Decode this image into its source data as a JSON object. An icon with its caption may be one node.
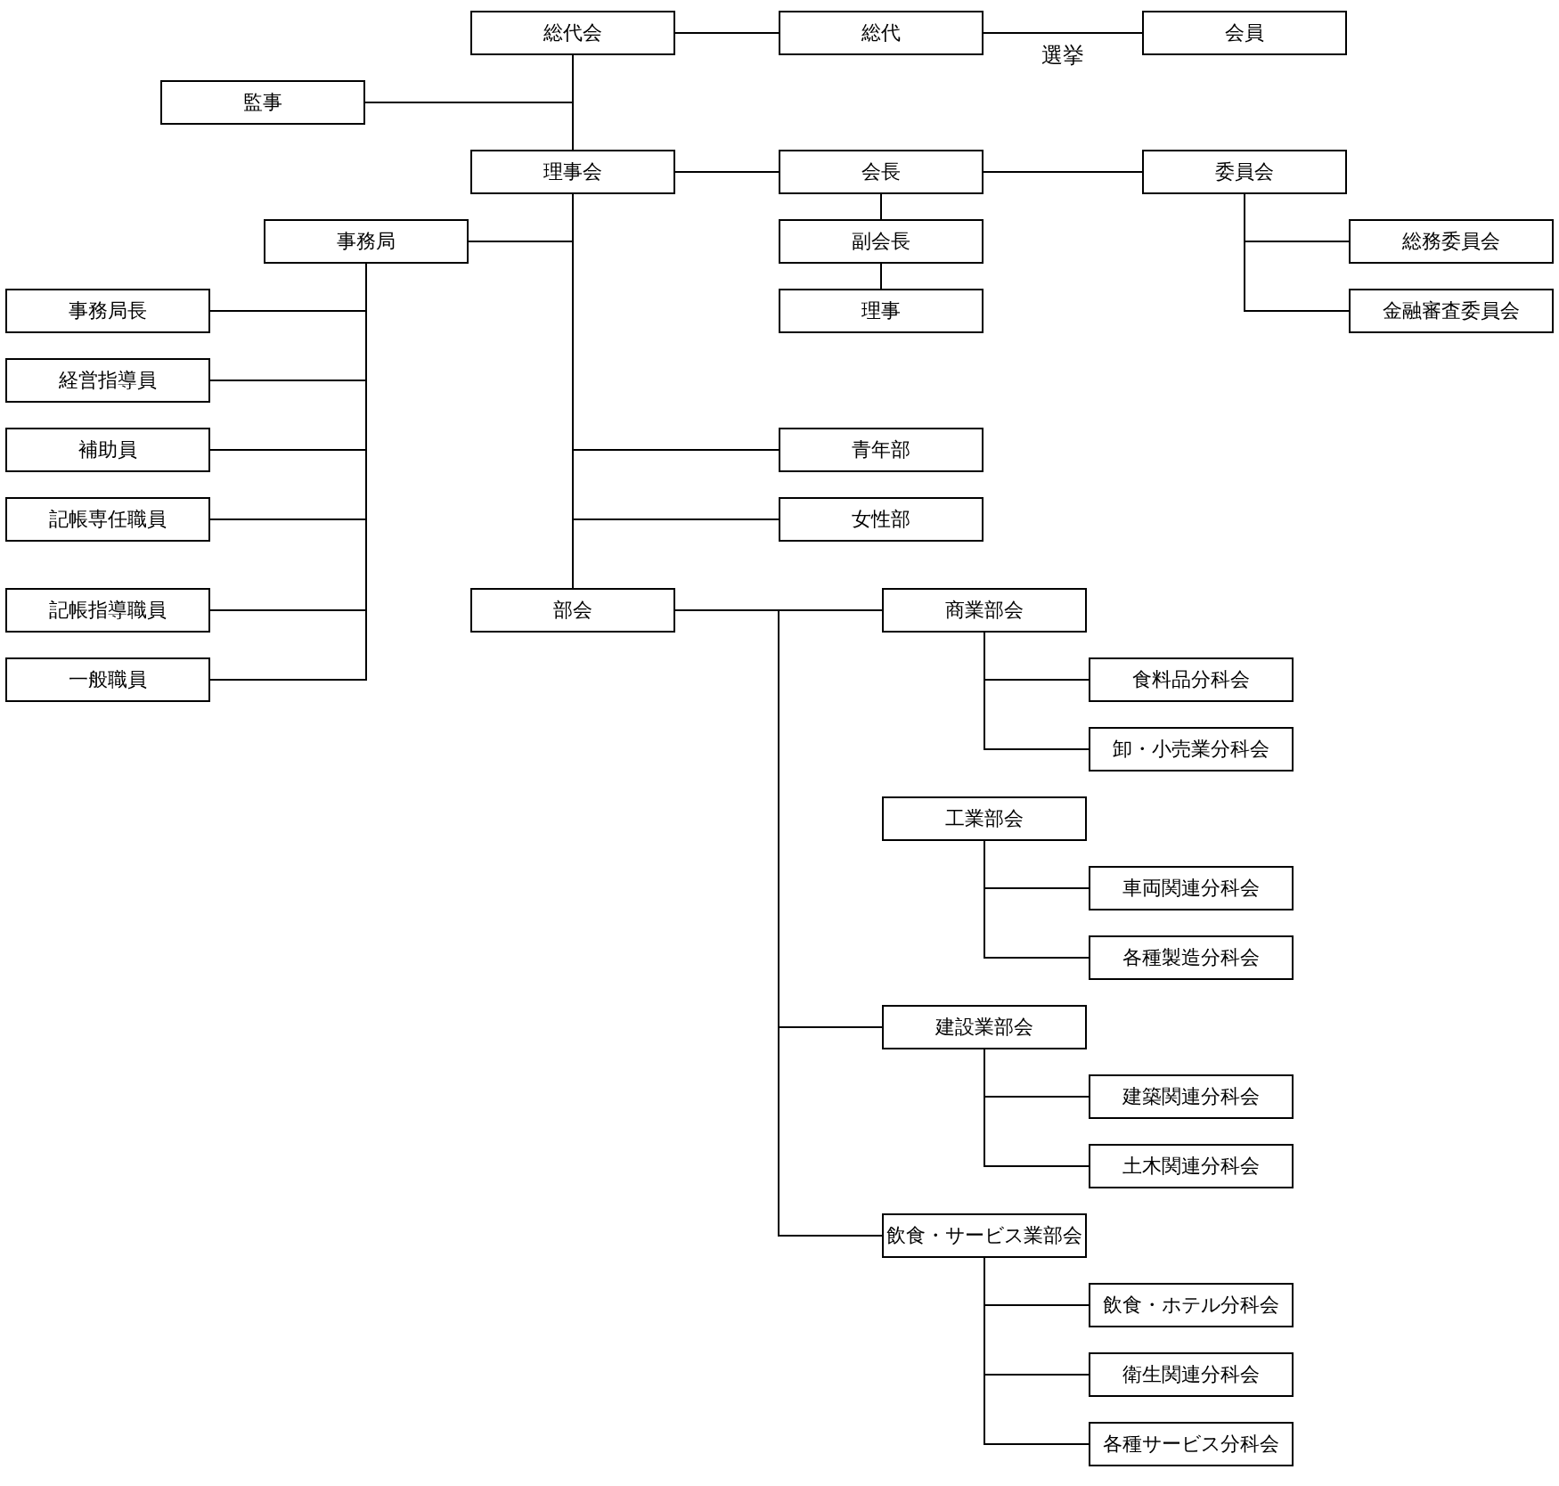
{
  "diagram": {
    "nodes": [
      {
        "text": [
          "総代会"
        ]
      },
      {
        "text": [
          "総代"
        ]
      },
      {
        "text": [
          "会員"
        ]
      },
      {
        "text": [
          "監事"
        ]
      },
      {
        "text": [
          "理事会"
        ]
      },
      {
        "text": [
          "会長"
        ]
      },
      {
        "text": [
          "委員会"
        ]
      },
      {
        "text": [
          "事務局"
        ]
      },
      {
        "text": [
          "副会長"
        ]
      },
      {
        "text": [
          "総務委員会"
        ]
      },
      {
        "text": [
          "理事"
        ]
      },
      {
        "text": [
          "金融審査委員会"
        ]
      },
      {
        "text": [
          "事務局長"
        ]
      },
      {
        "text": [
          "経営指導員"
        ]
      },
      {
        "text": [
          "補助員"
        ]
      },
      {
        "text": [
          "記帳専任職員"
        ]
      },
      {
        "text": [
          "記帳指導職員"
        ]
      },
      {
        "text": [
          "一般職員"
        ]
      },
      {
        "text": [
          "青年部"
        ]
      },
      {
        "text": [
          "女性部"
        ]
      },
      {
        "text": [
          "部会"
        ]
      },
      {
        "text": [
          "商業部会"
        ]
      },
      {
        "text": [
          "食料品分科会"
        ]
      },
      {
        "text": [
          "卸・小売業分科会"
        ]
      },
      {
        "text": [
          "工業部会"
        ]
      },
      {
        "text": [
          "車両関連分科会"
        ]
      },
      {
        "text": [
          "各種製造分科会"
        ]
      },
      {
        "text": [
          "建設業部会"
        ]
      },
      {
        "text": [
          "建築関連分科会"
        ]
      },
      {
        "text": [
          "土木関連分科会"
        ]
      },
      {
        "text": [
          "飲食・サービス業部会"
        ]
      },
      {
        "text": [
          "飲食・ホテル分科会"
        ]
      },
      {
        "text": [
          "衛生関連分科会"
        ]
      },
      {
        "text": [
          "各種サービス分科会"
        ]
      }
    ],
    "edges": [
      {
        "from": 0,
        "to": 1,
        "arrow": "none"
      },
      {
        "from": 1,
        "to": 2,
        "arrow": "none",
        "label": "選挙"
      },
      {
        "from": 0,
        "to": 3,
        "arrow": "none"
      },
      {
        "from": 0,
        "to": 4,
        "arrow": "none"
      },
      {
        "from": 4,
        "to": 5,
        "arrow": "none"
      },
      {
        "from": 5,
        "to": 6,
        "arrow": "none"
      },
      {
        "from": 5,
        "to": 8,
        "arrow": "none"
      },
      {
        "from": 8,
        "to": 10,
        "arrow": "none"
      },
      {
        "from": 6,
        "to": 9,
        "arrow": "none"
      },
      {
        "from": 6,
        "to": 11,
        "arrow": "none"
      },
      {
        "from": 4,
        "to": 7,
        "arrow": "none"
      },
      {
        "from": 7,
        "to": 12,
        "arrow": "none"
      },
      {
        "from": 7,
        "to": 13,
        "arrow": "none"
      },
      {
        "from": 7,
        "to": 14,
        "arrow": "none"
      },
      {
        "from": 7,
        "to": 15,
        "arrow": "none"
      },
      {
        "from": 7,
        "to": 16,
        "arrow": "none"
      },
      {
        "from": 7,
        "to": 17,
        "arrow": "none"
      },
      {
        "from": 4,
        "to": 18,
        "arrow": "none"
      },
      {
        "from": 4,
        "to": 19,
        "arrow": "none"
      },
      {
        "from": 4,
        "to": 20,
        "arrow": "none"
      },
      {
        "from": 20,
        "to": 21,
        "arrow": "none"
      },
      {
        "from": 20,
        "to": 27,
        "arrow": "none"
      },
      {
        "from": 20,
        "to": 30,
        "arrow": "none"
      },
      {
        "from": 21,
        "to": 22,
        "arrow": "none"
      },
      {
        "from": 21,
        "to": 23,
        "arrow": "none"
      },
      {
        "from": 24,
        "to": 25,
        "arrow": "none"
      },
      {
        "from": 24,
        "to": 26,
        "arrow": "none"
      },
      {
        "from": 27,
        "to": 28,
        "arrow": "none"
      },
      {
        "from": 27,
        "to": 29,
        "arrow": "none"
      },
      {
        "from": 30,
        "to": 31,
        "arrow": "none"
      },
      {
        "from": 30,
        "to": 32,
        "arrow": "none"
      },
      {
        "from": 30,
        "to": 33,
        "arrow": "none"
      }
    ]
  }
}
